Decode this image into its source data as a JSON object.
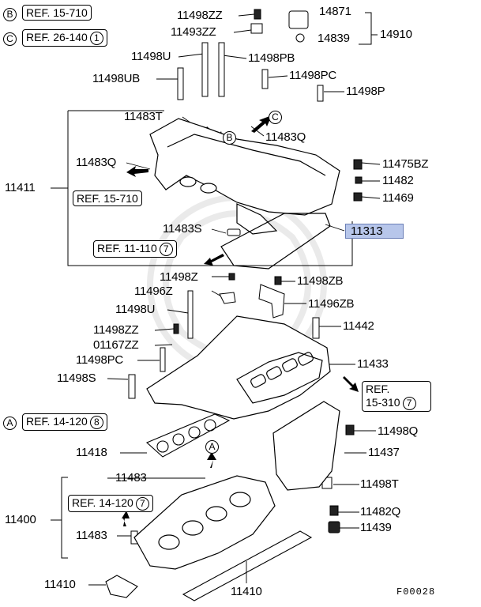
{
  "figure_id": "F00028",
  "legend": [
    {
      "letter": "B",
      "ref": "REF. 15-710"
    },
    {
      "letter": "C",
      "ref": "REF. 26-140",
      "circled": "1"
    }
  ],
  "labels": {
    "p11498ZZ_top": "11498ZZ",
    "p14871": "14871",
    "p11493ZZ": "11493ZZ",
    "p14839": "14839",
    "p14910": "14910",
    "p11498U_top": "11498U",
    "p11498PB": "11498PB",
    "p11498UB": "11498UB",
    "p11498PC_top": "11498PC",
    "p11498P": "11498P",
    "p11483T": "11483T",
    "p11483Q_right": "11483Q",
    "p11483Q_left": "11483Q",
    "p11475BZ": "11475BZ",
    "p11482": "11482",
    "p11469": "11469",
    "p11411": "11411",
    "p11313": "11313",
    "p11483S": "11483S",
    "p11498Z": "11498Z",
    "p11498ZB": "11498ZB",
    "p11496Z": "11496Z",
    "p11496ZB": "11496ZB",
    "p11498U_mid": "11498U",
    "p11442": "11442",
    "p11498ZZ_mid": "11498ZZ",
    "p01167ZZ": "01167ZZ",
    "p11498PC_mid": "11498PC",
    "p11433": "11433",
    "p11498S": "11498S",
    "p11498Q": "11498Q",
    "p11418": "11418",
    "p11437": "11437",
    "p11483_bottom": "11483",
    "p11498T": "11498T",
    "p11400": "11400",
    "p11482Q": "11482Q",
    "p11483_left": "11483",
    "p11439": "11439",
    "p11410_left": "11410",
    "p11410_bottom": "11410"
  },
  "refs": {
    "r15710_box": "REF. 15-710",
    "r11110": "REF. 11-110",
    "r11110_num": "7",
    "r14120_a": "REF. 14-120",
    "r14120_a_num": "8",
    "r14120_b": "REF. 14-120",
    "r14120_b_num": "7",
    "r15310_line1": "REF.",
    "r15310_line2": "15-310",
    "r15310_num": "7"
  },
  "arrow_letters": {
    "b": "B",
    "c": "C",
    "a_left": "A",
    "a_arrow": "A"
  },
  "highlight_color": "#b7c6ea"
}
